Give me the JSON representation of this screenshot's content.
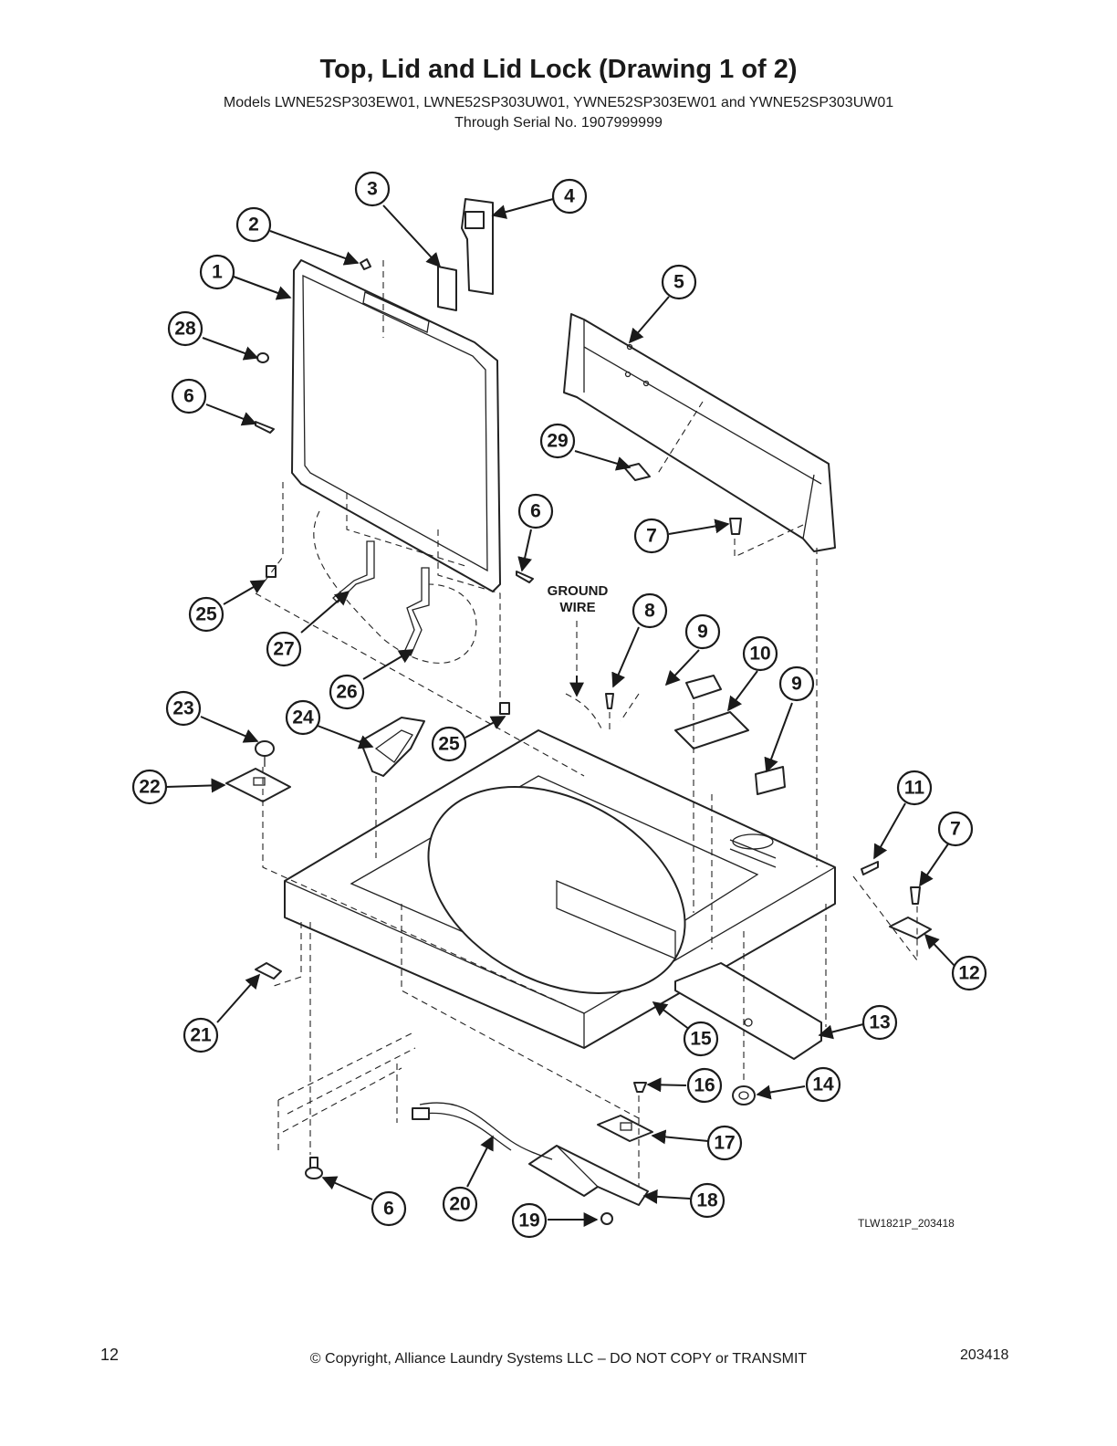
{
  "header": {
    "title": "Top, Lid and Lid Lock (Drawing 1 of 2)",
    "models": "Models LWNE52SP303EW01, LWNE52SP303UW01, YWNE52SP303EW01 and YWNE52SP303UW01",
    "serial": "Through Serial No. 1907999999"
  },
  "diagram": {
    "ground_wire_label": [
      "GROUND",
      "WIRE"
    ],
    "drawing_id": "TLW1821P_203418",
    "callouts": [
      "1",
      "2",
      "3",
      "4",
      "5",
      "28",
      "6",
      "29",
      "6",
      "7",
      "25",
      "27",
      "8",
      "9",
      "10",
      "26",
      "9",
      "23",
      "24",
      "25",
      "22",
      "11",
      "7",
      "12",
      "13",
      "21",
      "15",
      "16",
      "14",
      "17",
      "18",
      "20",
      "19",
      "6"
    ]
  },
  "footer": {
    "page_number": "12",
    "copyright": "© Copyright, Alliance Laundry Systems LLC – DO NOT COPY or TRANSMIT",
    "doc_number": "203418"
  }
}
